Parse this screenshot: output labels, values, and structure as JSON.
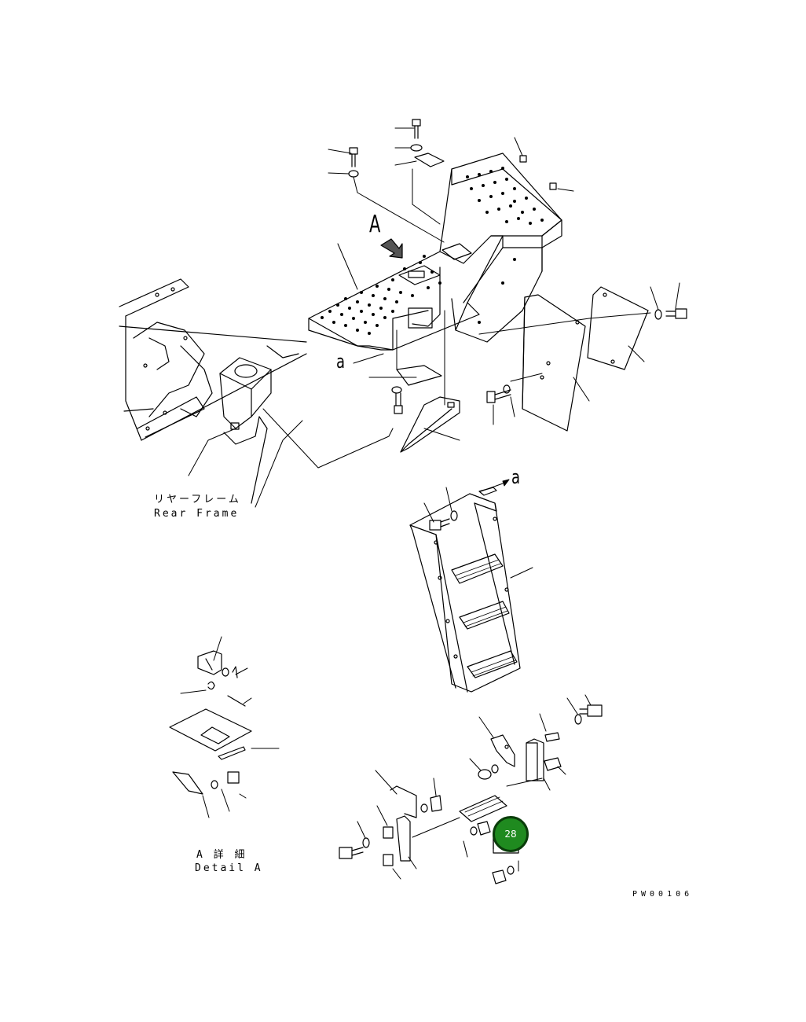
{
  "labels": {
    "view_a": "A",
    "arrow_a_top": "a",
    "arrow_a_right": "a",
    "rear_frame_jp": "リヤーフレーム",
    "rear_frame_en": "Rear Frame",
    "detail_jp": "A 詳 細",
    "detail_en": "Detail A",
    "drawing_code": "PW00106"
  },
  "callout": {
    "number": "28",
    "color": "#1f8a1f"
  }
}
